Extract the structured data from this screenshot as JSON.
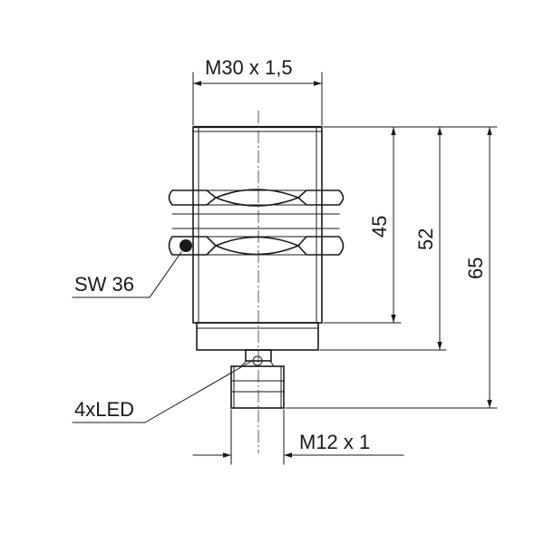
{
  "labels": {
    "thread_main": "M30 x 1,5",
    "thread_connector": "M12 x 1",
    "wrench_size": "SW 36",
    "led": "4xLED",
    "dim_45": "45",
    "dim_52": "52",
    "dim_65": "65"
  }
}
